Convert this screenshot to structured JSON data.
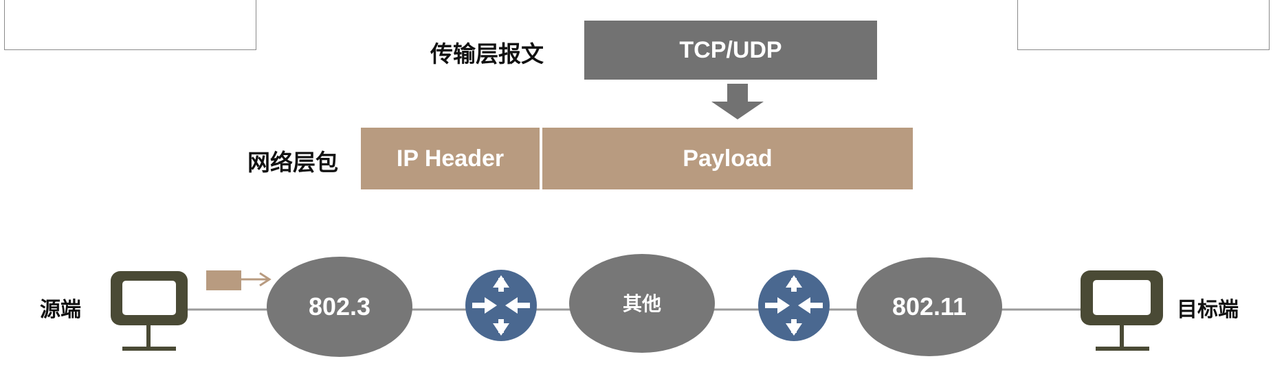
{
  "transport": {
    "label": "传输层报文",
    "segment": "TCP/UDP"
  },
  "network": {
    "label": "网络层包",
    "header": "IP Header",
    "payload": "Payload"
  },
  "path": {
    "source": "源端",
    "destination": "目标端",
    "links": [
      "802.3",
      "其他",
      "802.11"
    ],
    "icons": [
      "computer-icon",
      "router-icon",
      "router-icon",
      "computer-icon"
    ]
  },
  "colors": {
    "transport_block": "#727272",
    "network_block": "#b89b80",
    "link_cloud": "#777777",
    "router": "#4a6890",
    "computer": "#4a4a35",
    "line": "#9a9a9a"
  }
}
